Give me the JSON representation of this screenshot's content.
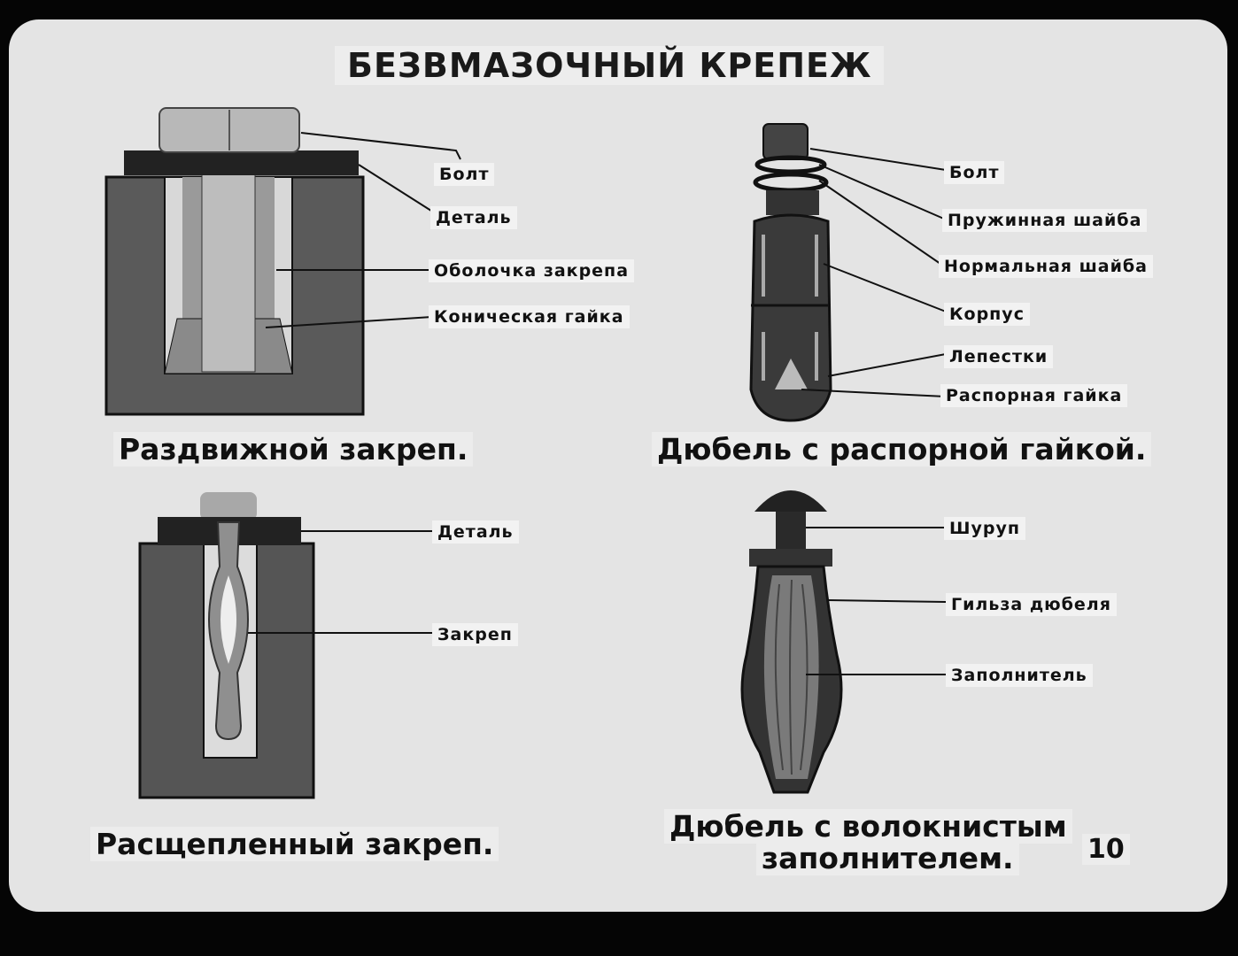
{
  "title": "БЕЗВМАЗОЧНЫЙ КРЕПЕЖ",
  "page_number": "10",
  "diagrams": [
    {
      "caption": "Раздвижной закреп.",
      "labels": [
        "Болт",
        "Деталь",
        "Оболочка закрепа",
        "Коническая гайка"
      ]
    },
    {
      "caption": "Дюбель с распорной гайкой.",
      "labels": [
        "Болт",
        "Пружинная шайба",
        "Нормальная шайба",
        "Корпус",
        "Лепестки",
        "Распорная гайка"
      ]
    },
    {
      "caption": "Расщепленный закреп.",
      "labels": [
        "Деталь",
        "Закреп"
      ]
    },
    {
      "caption_line1": "Дюбель с волокнистым",
      "caption_line2": "заполнителем.",
      "labels": [
        "Шуруп",
        "Гильза дюбеля",
        "Заполнитель"
      ]
    }
  ]
}
